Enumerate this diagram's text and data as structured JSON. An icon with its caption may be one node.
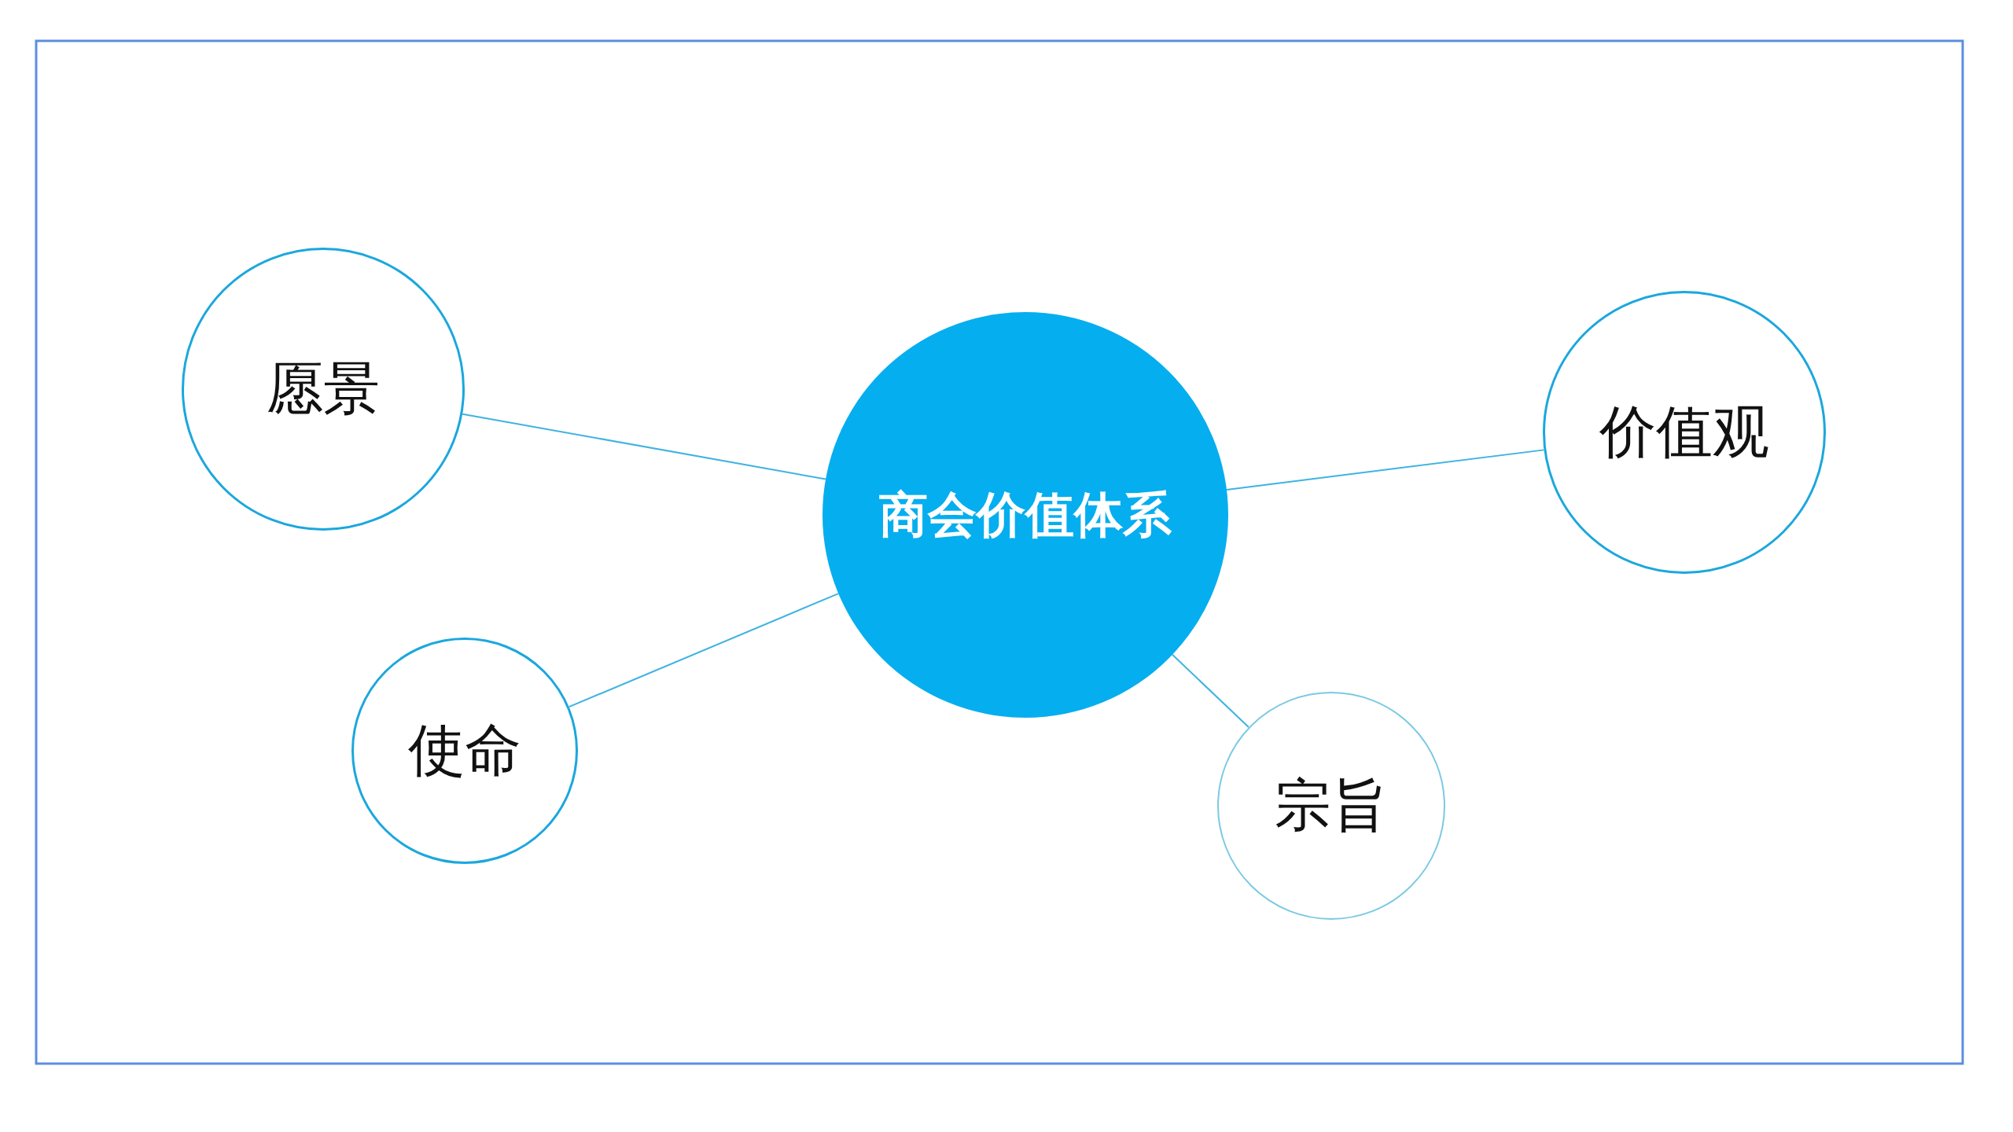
{
  "diagram": {
    "nodes": [
      {
        "text": [
          "愿景"
        ]
      },
      {
        "text": [
          "价值观"
        ]
      },
      {
        "text": [
          "商会价值体系"
        ]
      },
      {
        "text": [
          "使命"
        ]
      },
      {
        "text": [
          "宗旨"
        ]
      }
    ],
    "edges": [
      {
        "from": 2,
        "to": 0,
        "arrow": "none"
      },
      {
        "from": 2,
        "to": 1,
        "arrow": "none"
      },
      {
        "from": 2,
        "to": 3,
        "arrow": "none"
      },
      {
        "from": 2,
        "to": 4,
        "arrow": "none"
      }
    ]
  }
}
